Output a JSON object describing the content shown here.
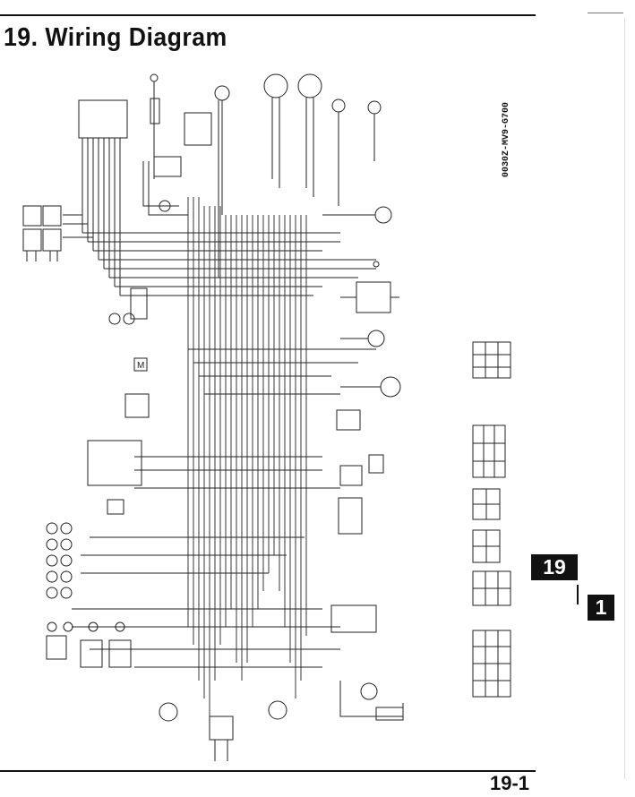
{
  "page": {
    "title": "19. Wiring Diagram",
    "page_number": "19-1",
    "section_tab": "19",
    "subsection_tab": "1",
    "diagram_code": "0030Z-MV9-G700"
  },
  "colors": {
    "ink": "#111111",
    "paper": "#ffffff",
    "wire": "#222222"
  }
}
